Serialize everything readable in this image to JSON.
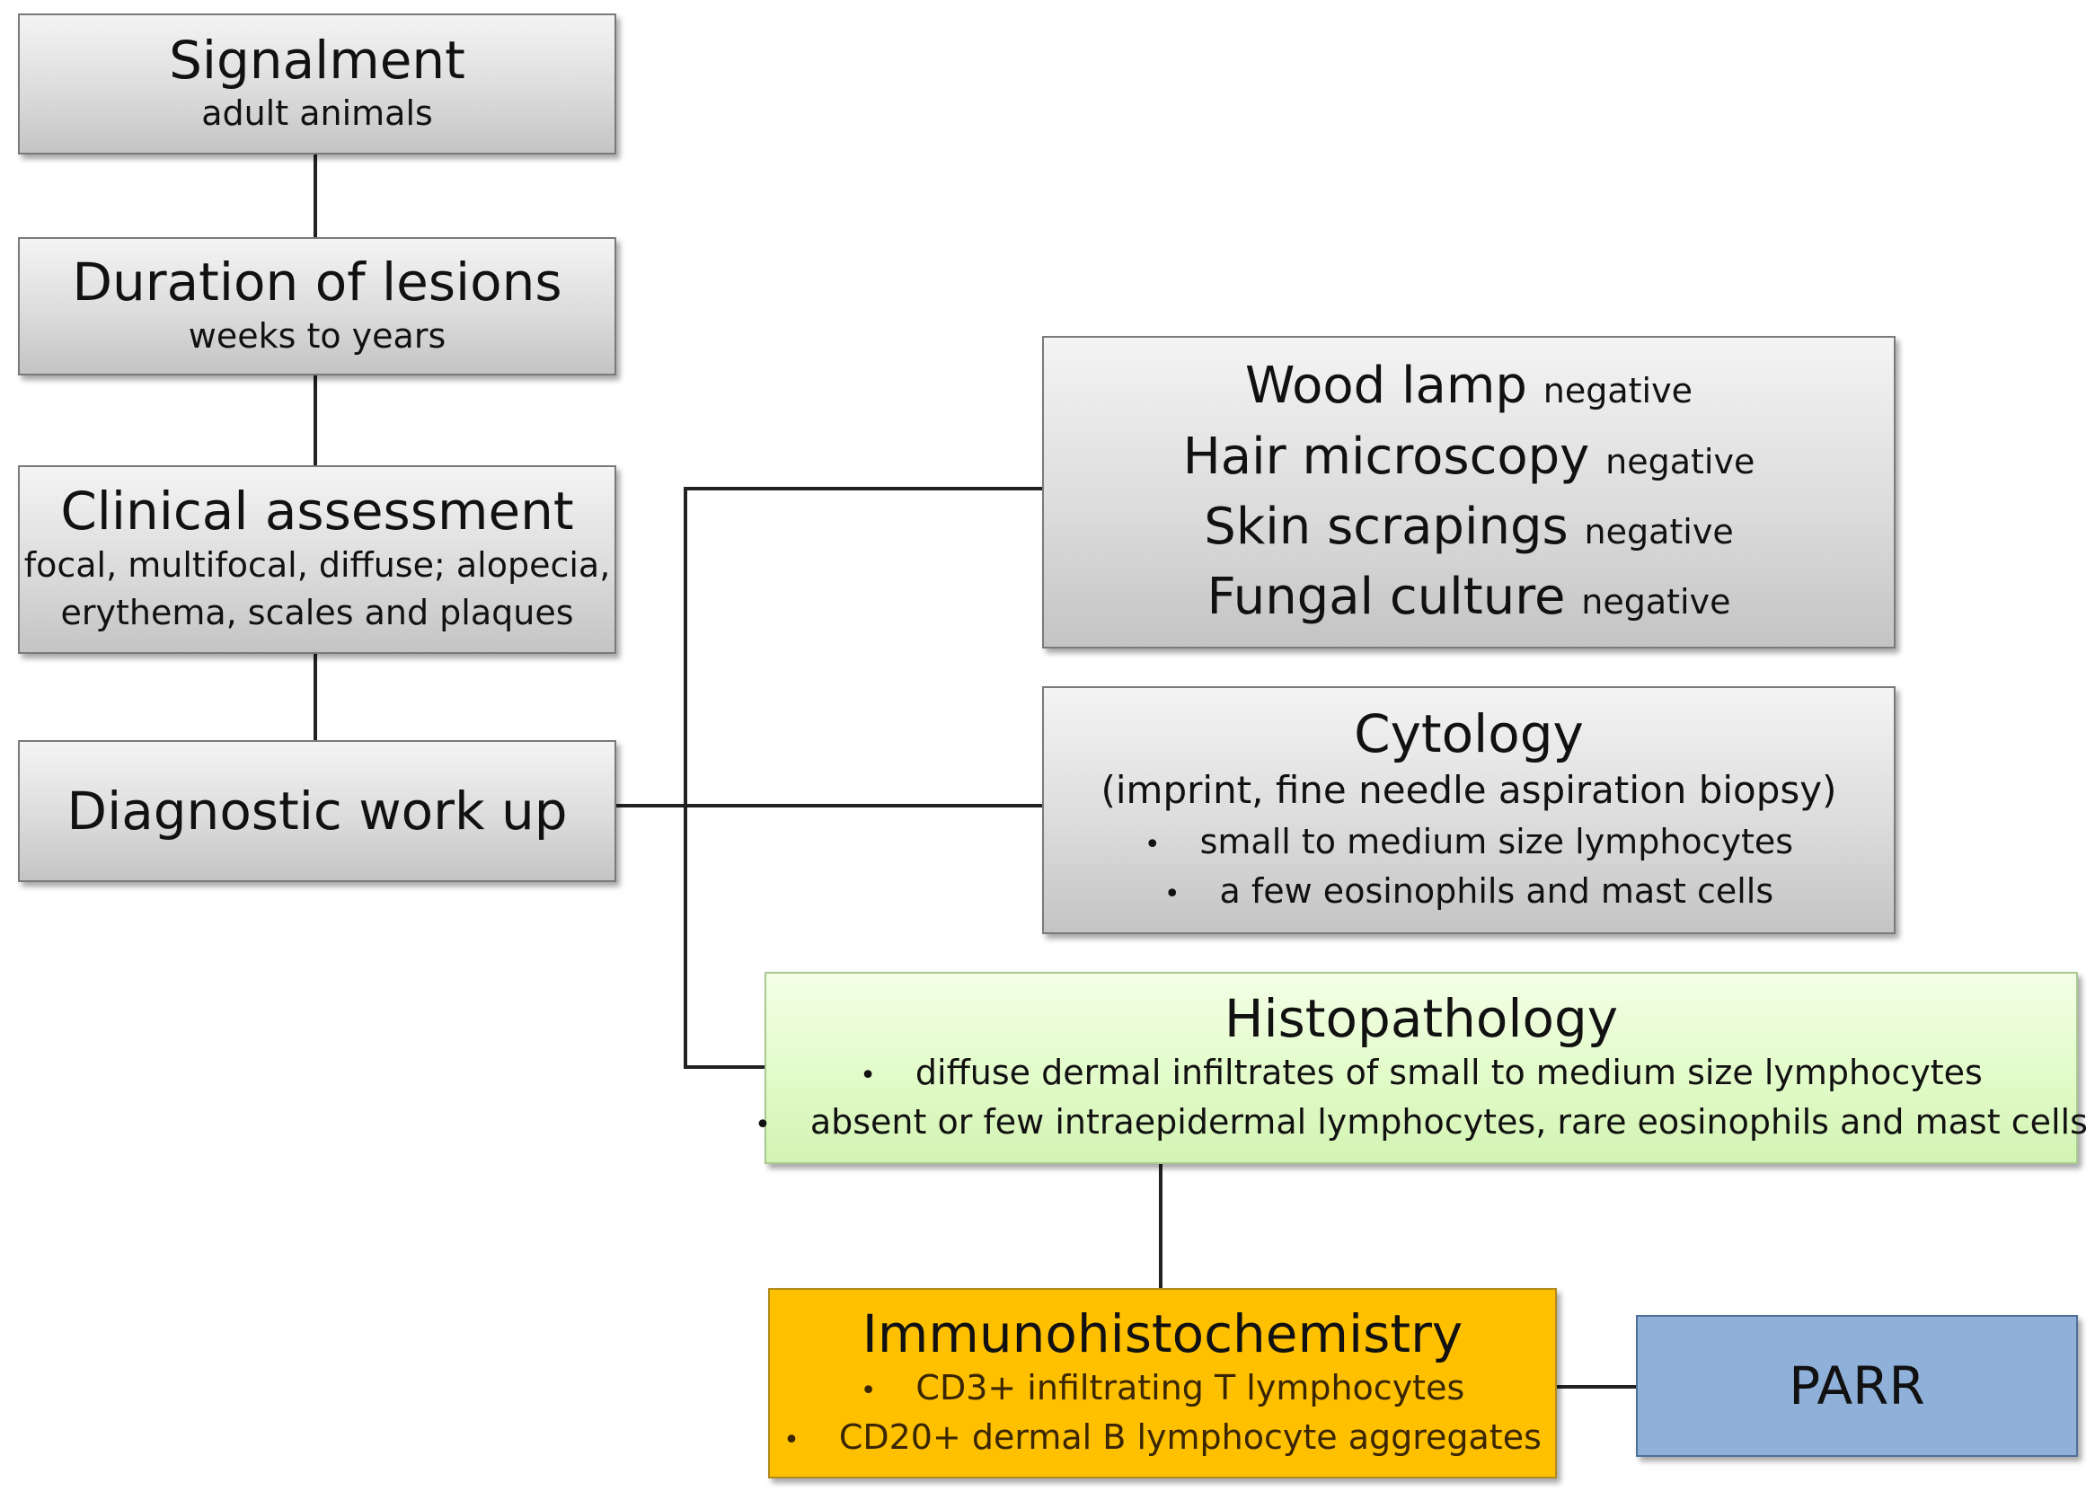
{
  "left_column": {
    "signalment": {
      "title": "Signalment",
      "sub": "adult animals"
    },
    "duration": {
      "title": "Duration of lesions",
      "sub": "weeks to years"
    },
    "clinical": {
      "title": "Clinical assessment",
      "sub_line1": "focal, multifocal, diffuse; alopecia,",
      "sub_line2": "erythema, scales and plaques"
    },
    "diagnostic": {
      "title": "Diagnostic work up"
    }
  },
  "tests": {
    "items": [
      {
        "name": "Wood lamp",
        "result": "negative"
      },
      {
        "name": "Hair microscopy",
        "result": "negative"
      },
      {
        "name": "Skin scrapings",
        "result": "negative"
      },
      {
        "name": "Fungal culture",
        "result": "negative"
      }
    ]
  },
  "cytology": {
    "title": "Cytology",
    "subtitle": "(imprint, fine needle aspiration biopsy)",
    "bullets": [
      "small to medium size lymphocytes",
      "a few eosinophils and mast cells"
    ]
  },
  "histopathology": {
    "title": "Histopathology",
    "bullets": [
      "diffuse dermal infiltrates of small to medium size lymphocytes",
      "absent or few intraepidermal lymphocytes, rare eosinophils and mast cells"
    ]
  },
  "immunohistochemistry": {
    "title": "Immunohistochemistry",
    "bullets": [
      "CD3+ infiltrating T lymphocytes",
      "CD20+ dermal B lymphocyte aggregates"
    ]
  },
  "parr": {
    "title": "PARR"
  },
  "bullet_symbol": "•",
  "colors": {
    "gray_box": "#dcdcdc",
    "histopathology_fill": "#e2fbc9",
    "immunohistochemistry_fill": "#ffc000",
    "parr_fill": "#8fb0d9",
    "connector": "#222222"
  }
}
